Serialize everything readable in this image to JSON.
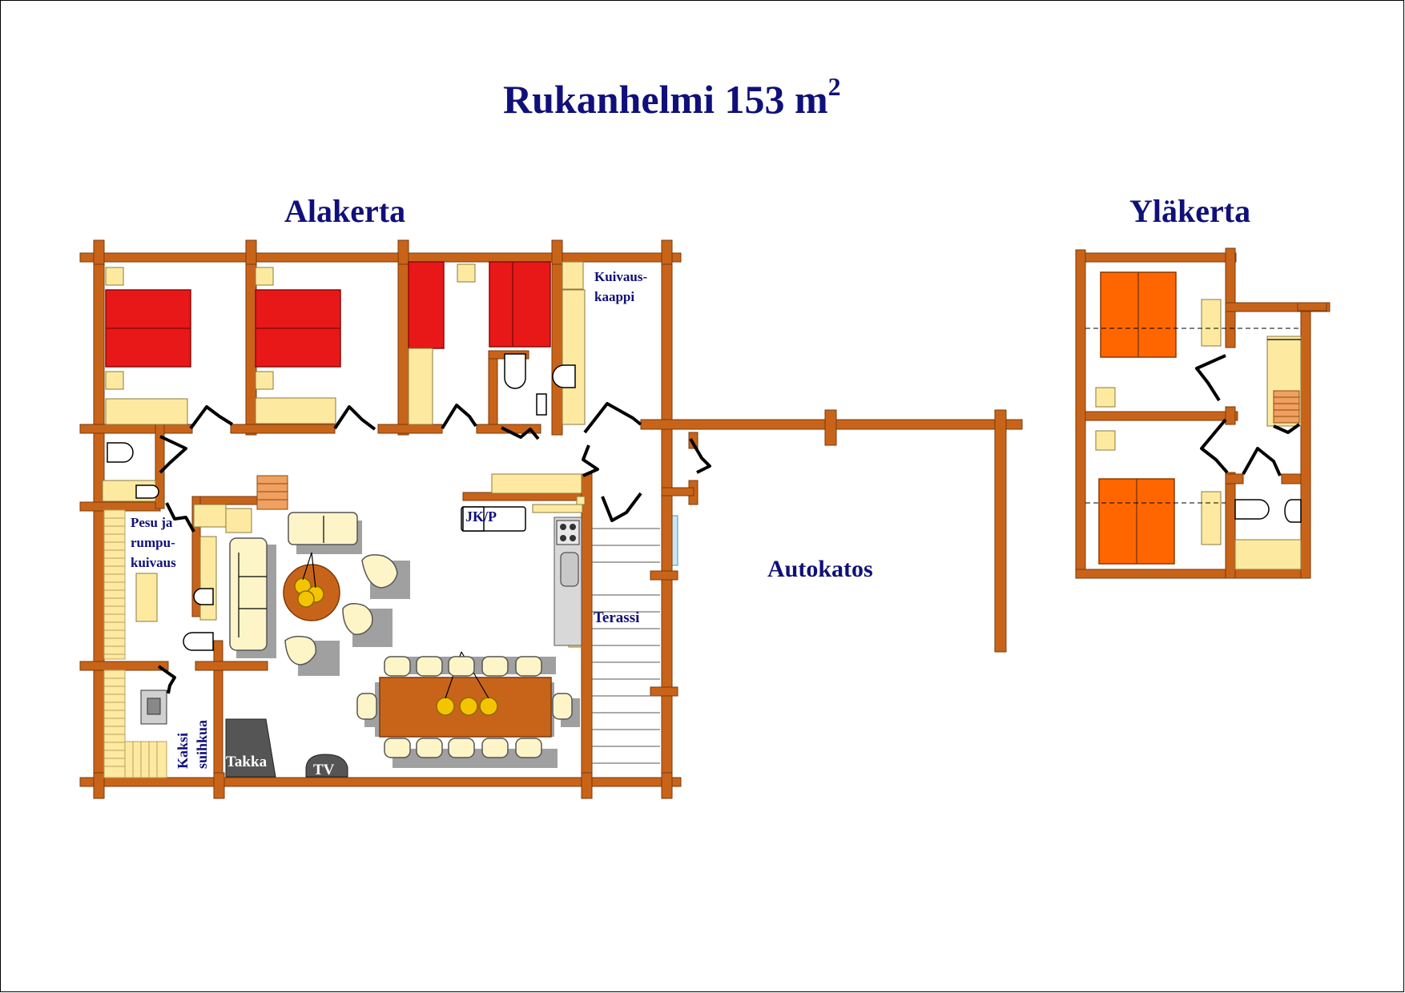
{
  "title": {
    "main": "Rukanhelmi 153 m",
    "superscript": "2"
  },
  "floors": {
    "lower": "Alakerta",
    "upper": "Yläkerta"
  },
  "room_labels": {
    "kuivaus_1": "Kuivaus-",
    "kuivaus_2": "kaappi",
    "pesu_1": "Pesu ja",
    "pesu_2": "rumpu-",
    "pesu_3": "kuivaus",
    "jkp": "JK/P",
    "terassi": "Terassi",
    "autokatos": "Autokatos",
    "kaksi": "Kaksi",
    "suihkua": "suihkua",
    "takka": "Takka",
    "tv": "TV"
  },
  "colors": {
    "title": "#10107a",
    "wall": "#c8641a",
    "bed_lower": "#e81818",
    "bed_upper": "#ff6600",
    "furniture": "#fdeaa0",
    "window": "#c8e8f5"
  }
}
